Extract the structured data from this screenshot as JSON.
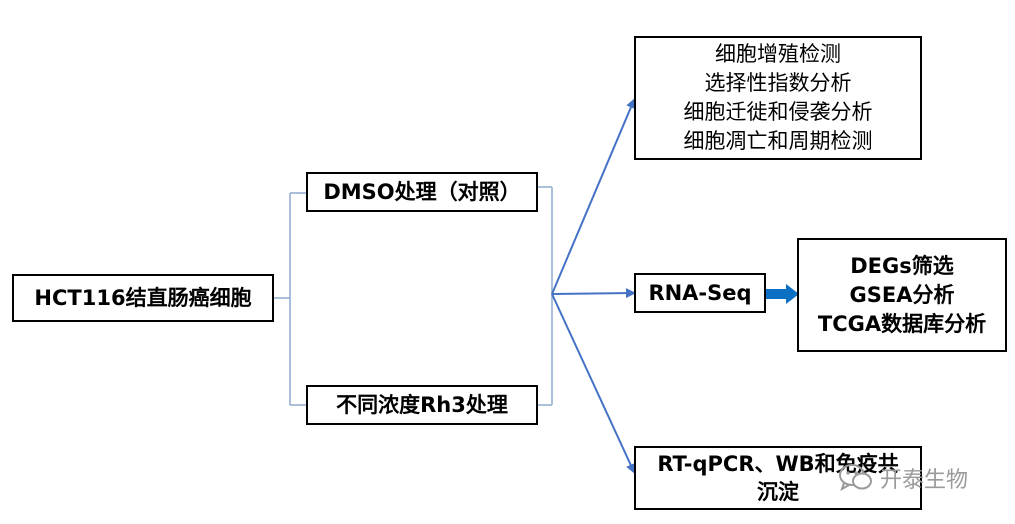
{
  "nodes": {
    "root": "HCT116结直肠癌细胞",
    "dmso": "DMSO处理（对照）",
    "rh3": "不同浓度Rh3处理",
    "assays": [
      "细胞增殖检测",
      "选择性指数分析",
      "细胞迁徙和侵袭分析",
      "细胞凋亡和周期检测"
    ],
    "rnaseq": "RNA-Seq",
    "analysis": [
      "DEGs筛选",
      "GSEA分析",
      "TCGA数据库分析"
    ],
    "validation": [
      "RT-qPCR、WB和免疫共",
      "沉淀"
    ]
  },
  "watermark": {
    "text": "开泰生物",
    "icon": "wechat-icon"
  },
  "colors": {
    "connector": "#8fa9cf",
    "arrow": "#4472c4",
    "thick_arrow": "#0b6fc4",
    "watermark": "#9a9a9a"
  }
}
